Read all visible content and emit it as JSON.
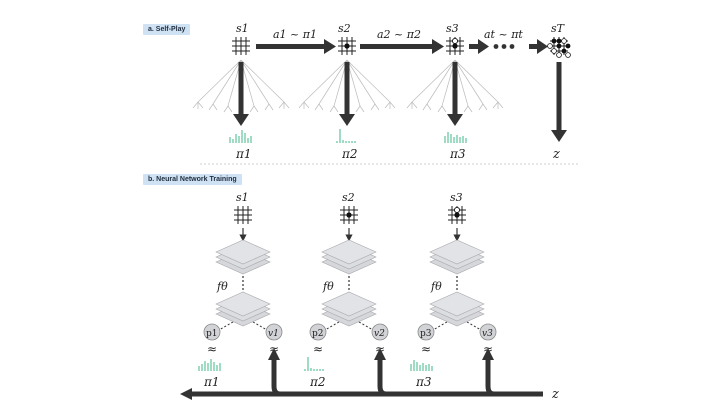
{
  "section_a": {
    "label": "a. Self-Play"
  },
  "section_b": {
    "label": "b. Neural Network Training"
  },
  "self_play": {
    "states": [
      "s1",
      "s2",
      "s3",
      "sT"
    ],
    "actions": [
      "a1 ~ π1",
      "a2 ~ π2",
      "at ~ πt"
    ],
    "policies": [
      "π1",
      "π2",
      "π3"
    ],
    "outcome": "z"
  },
  "training": {
    "states": [
      "s1",
      "s2",
      "s3"
    ],
    "network": [
      "fθ",
      "fθ",
      "fθ"
    ],
    "p_heads": [
      "p1",
      "p2",
      "p3"
    ],
    "v_heads": [
      "v1",
      "v2",
      "v3"
    ],
    "approx": "≈",
    "targets": [
      "π1",
      "π2",
      "π3"
    ],
    "outcome": "z"
  },
  "colors": {
    "bar": "#9fdcc3",
    "arrow": "#333333",
    "layer": "#d6d7db",
    "tag_bg": "#cfe2f3"
  }
}
